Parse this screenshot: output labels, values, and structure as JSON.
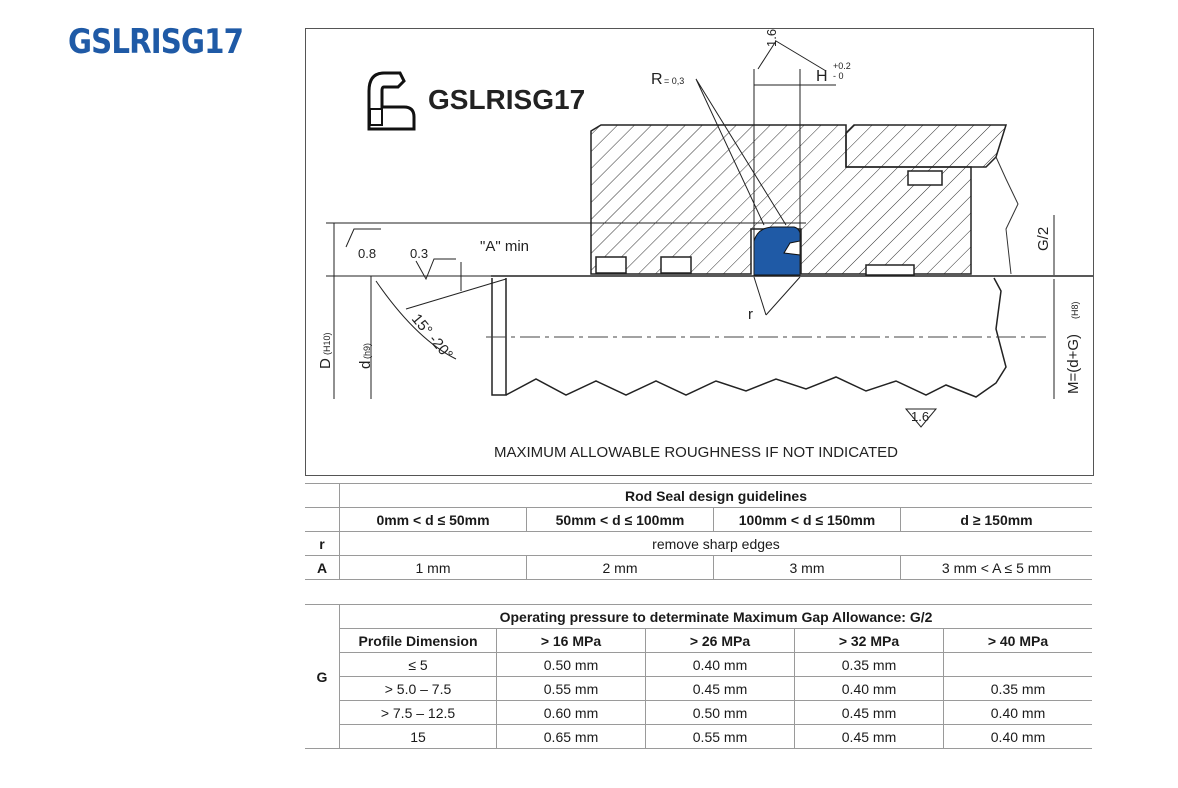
{
  "brand": {
    "title": "GSLRISG17",
    "logo_text": "GSLRISG17",
    "logo_color": "#1f5aa6",
    "seal_color": "#1f5aa6"
  },
  "drawing": {
    "labels": {
      "roughness_top": "1.6",
      "radius": "R",
      "radius_sub": "= 0,3",
      "h": "H",
      "h_tol_plus": "+0.2",
      "h_tol_minus": "- 0",
      "g_half": "G/2",
      "rough_08": "0.8",
      "rough_03": "0.3",
      "a_min": "\"A\" min",
      "angle": "15° -20°",
      "r": "r",
      "d_outer": "D",
      "d_outer_tol": "(H10)",
      "d_rod": "d",
      "d_rod_tol": "(h9)",
      "m_label": "M=(d+G)",
      "m_tol": "(H8)",
      "rough_16_bottom": "1.6",
      "caption": "MAXIMUM ALLOWABLE ROUGHNESS IF NOT INDICATED"
    }
  },
  "table1": {
    "title": "Rod Seal design guidelines",
    "columns": [
      "0mm < d ≤ 50mm",
      "50mm < d ≤ 100mm",
      "100mm < d ≤ 150mm",
      "d ≥ 150mm"
    ],
    "row_r": {
      "label": "r",
      "value": "remove sharp edges"
    },
    "row_a": {
      "label": "A",
      "values": [
        "1 mm",
        "2 mm",
        "3 mm",
        "3 mm < A ≤ 5 mm"
      ]
    }
  },
  "table2": {
    "side_label": "G",
    "title": "Operating pressure to determinate Maximum Gap Allowance: G/2",
    "columns": [
      "Profile Dimension",
      "> 16 MPa",
      "> 26 MPa",
      "> 32 MPa",
      "> 40 MPa"
    ],
    "rows": [
      [
        "≤ 5",
        "0.50 mm",
        "0.40 mm",
        "0.35 mm",
        ""
      ],
      [
        "> 5.0 – 7.5",
        "0.55 mm",
        "0.45 mm",
        "0.40 mm",
        "0.35 mm"
      ],
      [
        "> 7.5 – 12.5",
        "0.60 mm",
        "0.50 mm",
        "0.45 mm",
        "0.40 mm"
      ],
      [
        "15",
        "0.65 mm",
        "0.55 mm",
        "0.45 mm",
        "0.40 mm"
      ]
    ]
  }
}
